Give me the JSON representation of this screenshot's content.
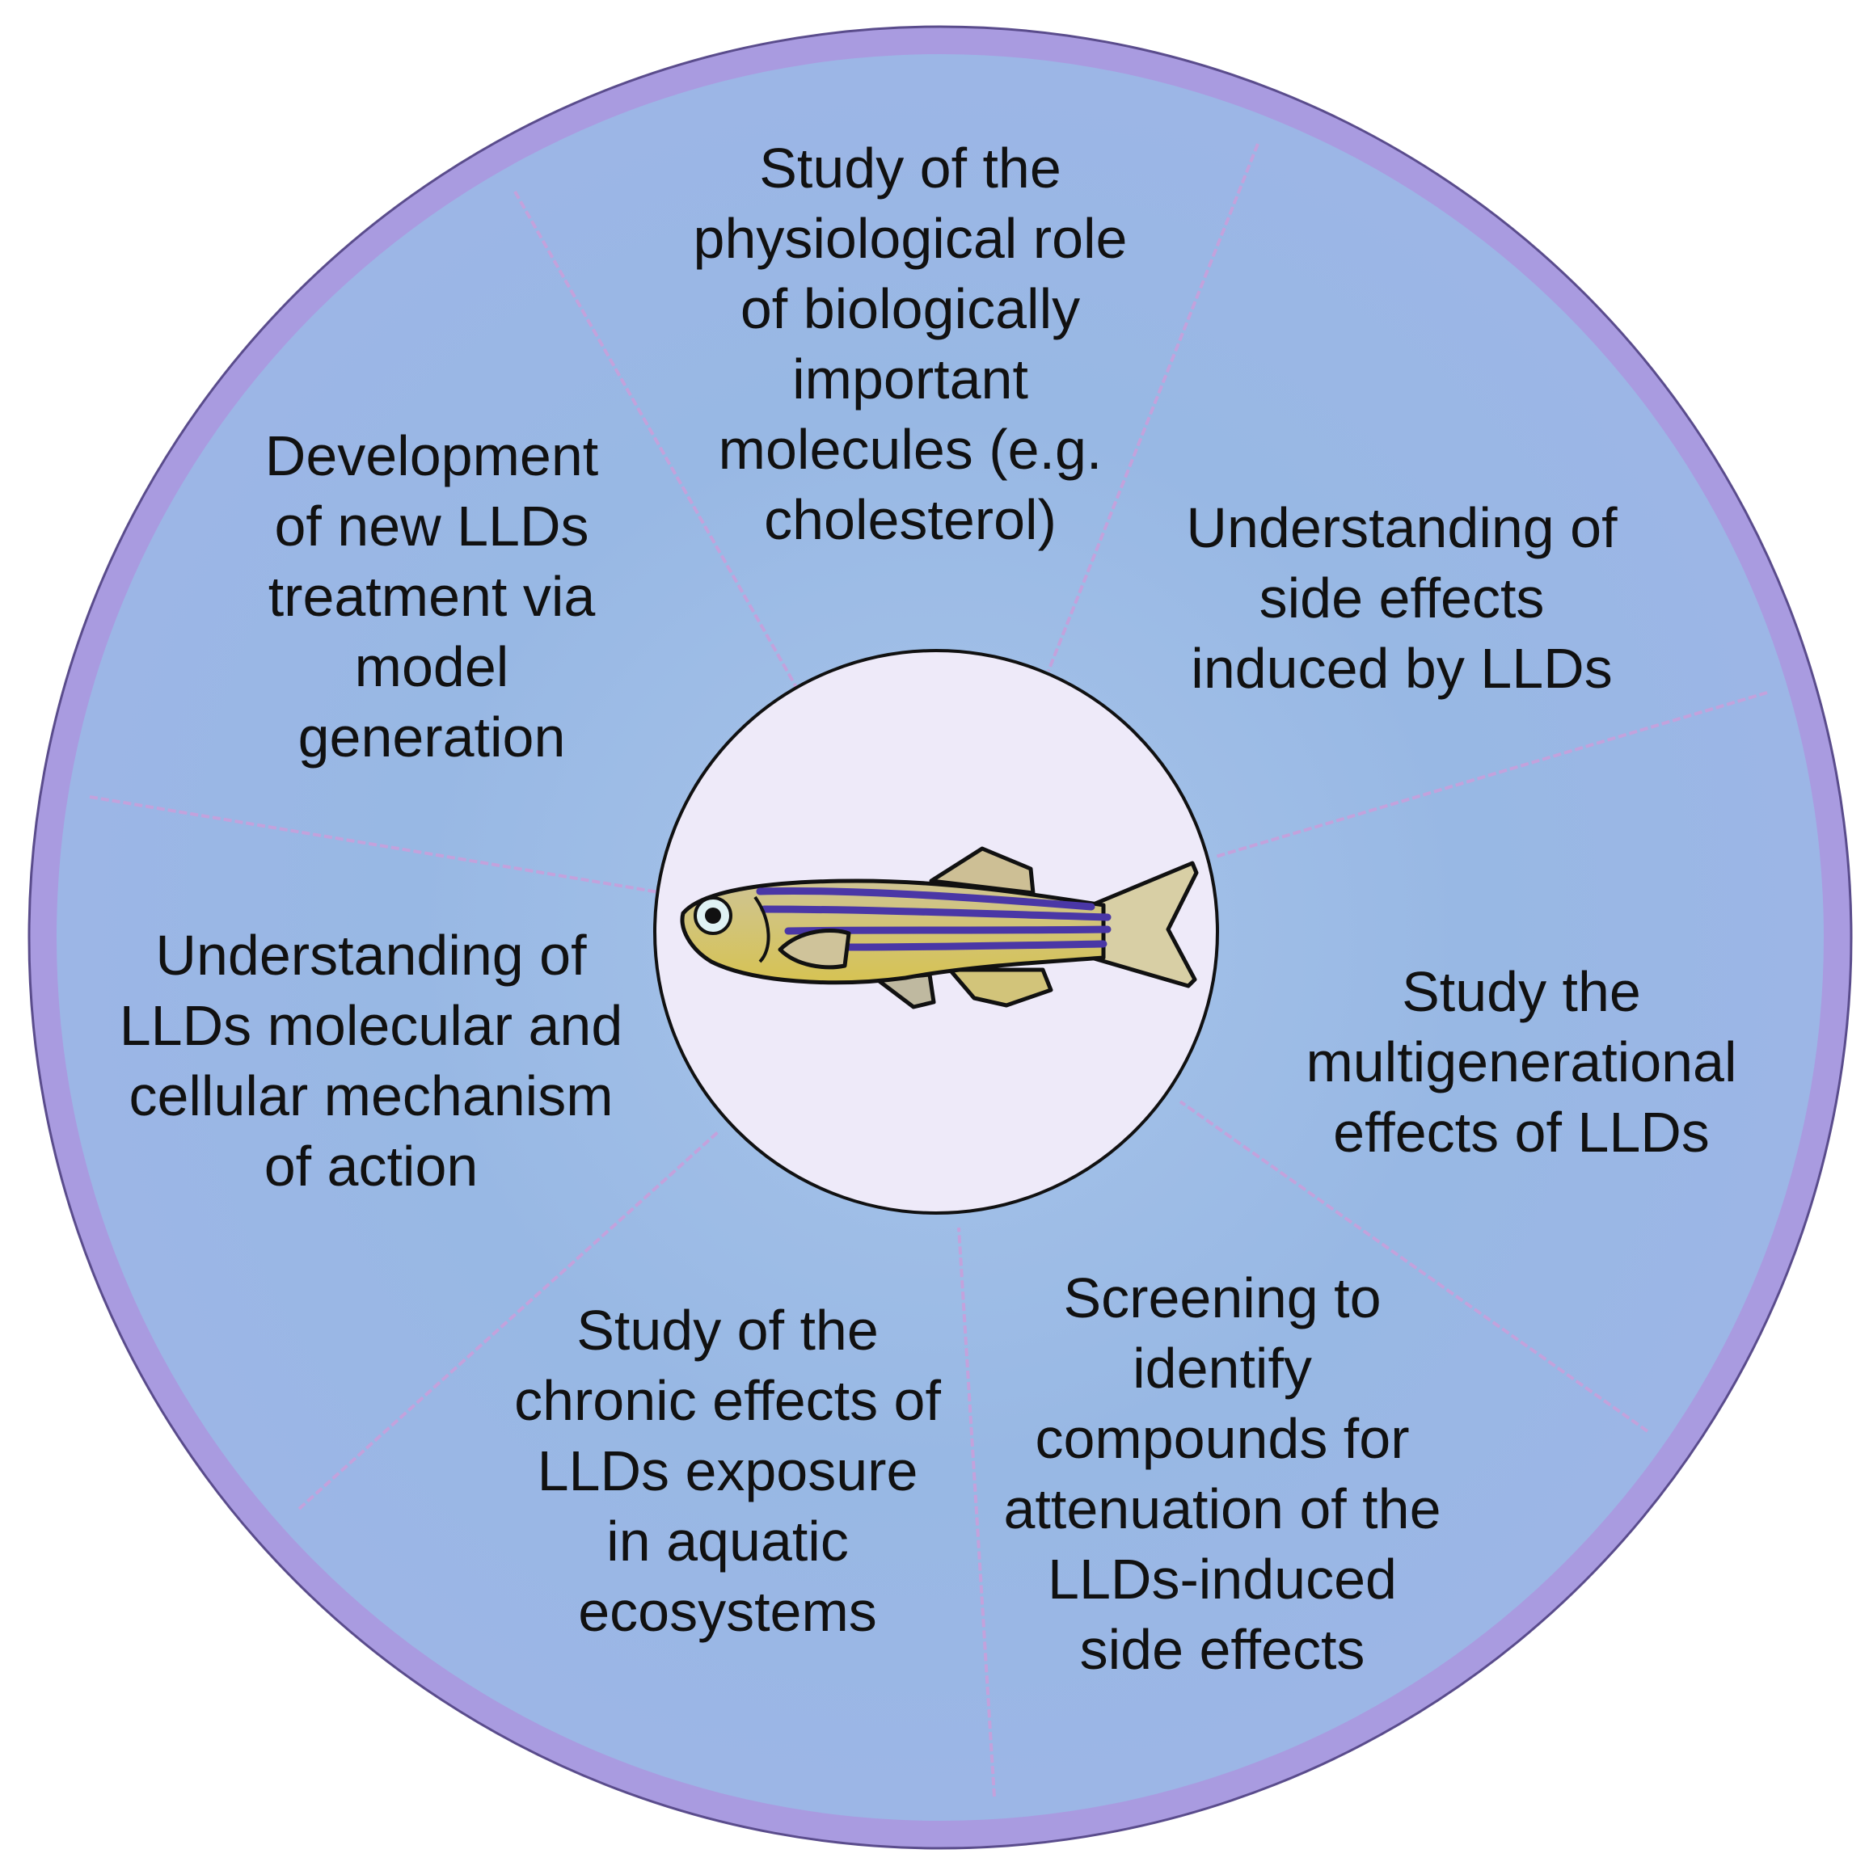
{
  "center": {
    "subject": "zebrafish",
    "icon": "zebrafish-icon"
  },
  "colors": {
    "ring": "#a99be0",
    "ring_edge": "#8c7cc8",
    "segment_fill": "#9dbde6",
    "divider": "#c3a2dc",
    "center_fill": "#eeeaf9",
    "fish_body": "#cdbf86",
    "fish_stripe": "#4a37a6",
    "text": "#111111"
  },
  "sections": [
    {
      "id": "physiological-role",
      "lines": [
        "Study of the",
        "physiological role",
        "of biologically",
        "important",
        "molecules (e.g.",
        "cholesterol)"
      ]
    },
    {
      "id": "side-effects",
      "lines": [
        "Understanding of",
        "side effects",
        "induced by LLDs"
      ]
    },
    {
      "id": "multigenerational",
      "lines": [
        "Study the",
        "multigenerational",
        "effects of LLDs"
      ]
    },
    {
      "id": "screening",
      "lines": [
        "Screening to",
        "identify",
        "compounds for",
        "attenuation of the",
        "LLDs-induced",
        "side effects"
      ]
    },
    {
      "id": "chronic-effects",
      "lines": [
        "Study of the",
        "chronic effects of",
        "LLDs exposure",
        "in aquatic",
        "ecosystems"
      ]
    },
    {
      "id": "mechanism",
      "lines": [
        "Understanding of",
        "LLDs molecular and",
        "cellular mechanism",
        "of action"
      ]
    },
    {
      "id": "new-treatment",
      "lines": [
        "Development",
        "of new LLDs",
        "treatment via",
        "model",
        "generation"
      ]
    }
  ]
}
